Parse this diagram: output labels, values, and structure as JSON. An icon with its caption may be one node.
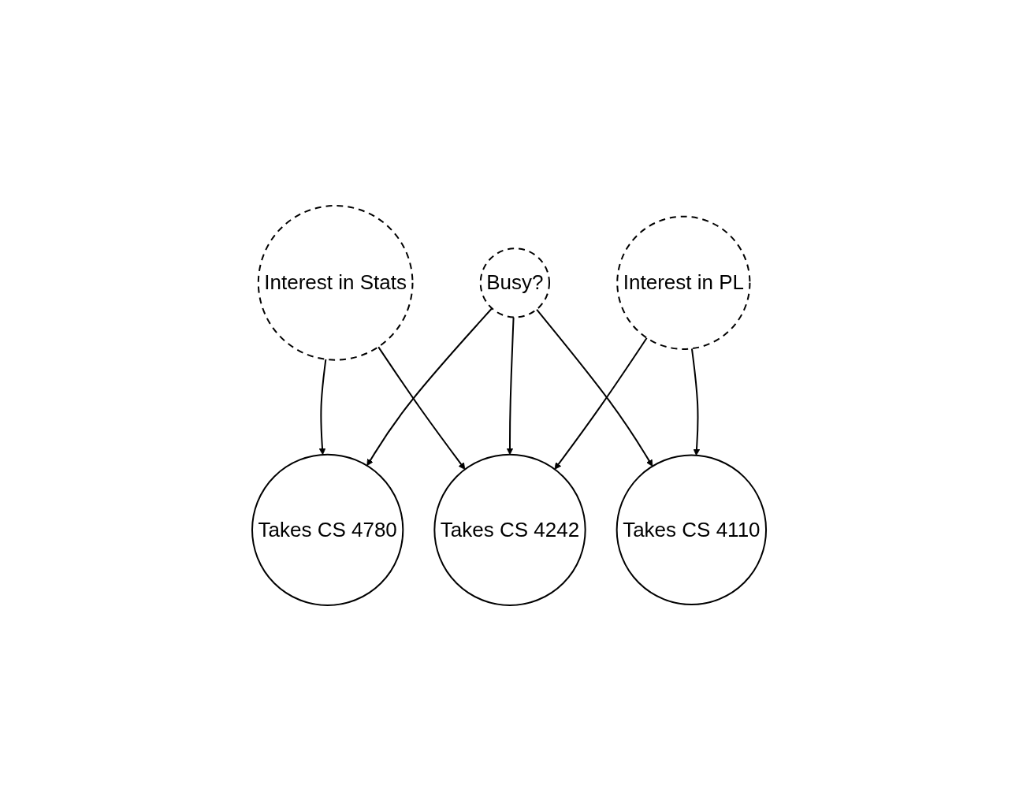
{
  "diagram": {
    "nodes": [
      {
        "text": [
          "Interest in Stats"
        ]
      },
      {
        "text": [
          "Busy?"
        ]
      },
      {
        "text": [
          "Interest in PL"
        ]
      },
      {
        "text": [
          "Takes CS 4780"
        ]
      },
      {
        "text": [
          "Takes CS 4242"
        ]
      },
      {
        "text": [
          "Takes CS 4110"
        ]
      }
    ],
    "edges": [
      {
        "from": 0,
        "to": 3,
        "arrow": "to"
      },
      {
        "from": 0,
        "to": 4,
        "arrow": "to"
      },
      {
        "from": 1,
        "to": 3,
        "arrow": "to"
      },
      {
        "from": 1,
        "to": 4,
        "arrow": "to"
      },
      {
        "from": 1,
        "to": 5,
        "arrow": "to"
      },
      {
        "from": 2,
        "to": 4,
        "arrow": "to"
      },
      {
        "from": 2,
        "to": 5,
        "arrow": "to"
      }
    ]
  }
}
